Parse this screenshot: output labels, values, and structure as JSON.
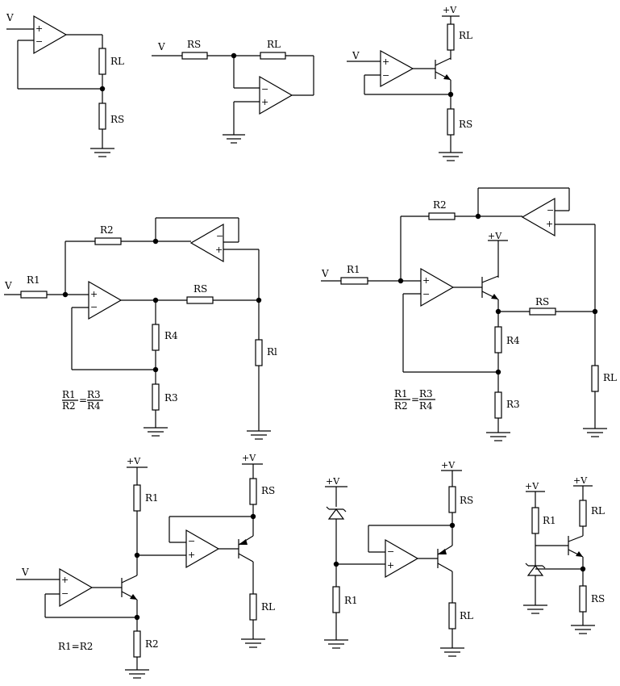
{
  "labels": {
    "v": "V",
    "rl": "RL",
    "rs": "RS",
    "r1": "R1",
    "r2": "R2",
    "r3": "R3",
    "r4": "R4",
    "rl_alt": "Rl",
    "vplus": "+V",
    "plus": "+",
    "minus": "−",
    "ratio_eq": "=",
    "r1_eq_r2": "R1=R2"
  }
}
